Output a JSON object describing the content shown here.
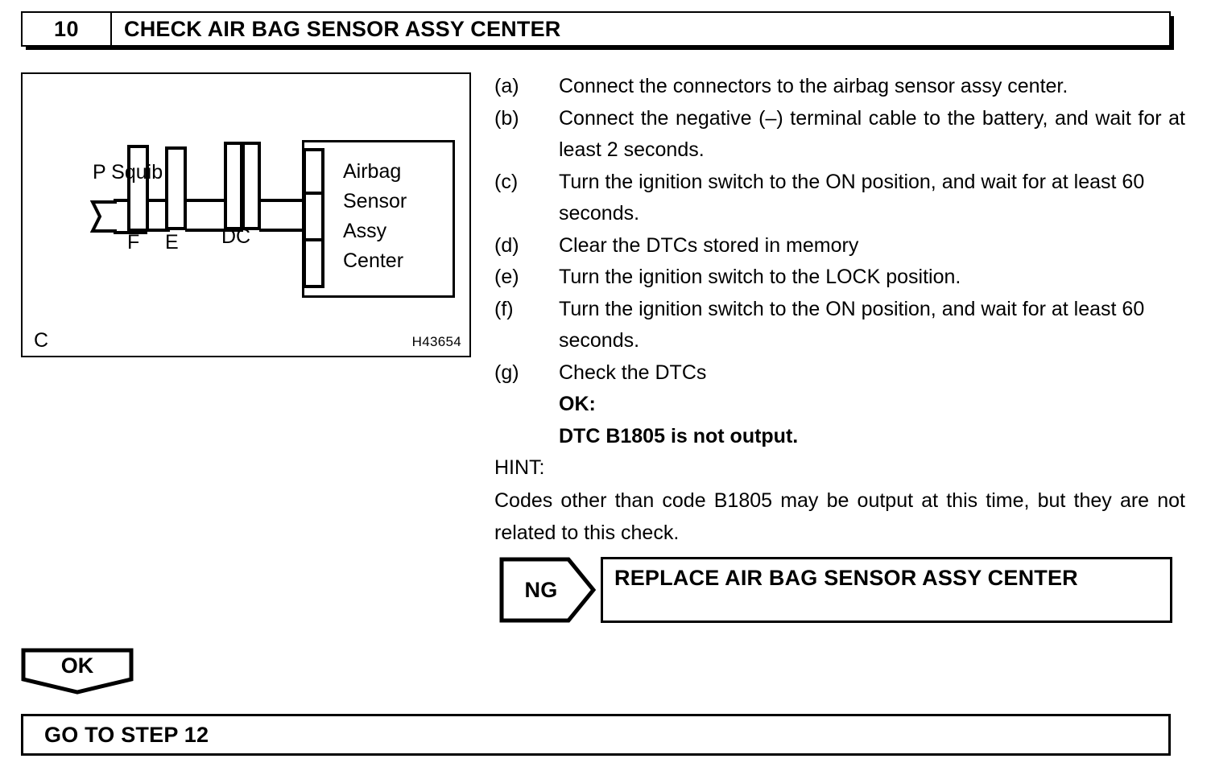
{
  "step_header": {
    "number": "10",
    "title": "CHECK AIR BAG SENSOR ASSY CENTER"
  },
  "figure": {
    "corner_letter": "C",
    "figure_code": "H43654",
    "squib_label": "P Squib",
    "connector_f": "F",
    "connector_e": "E",
    "connector_dc": "DC",
    "sensor_line_1": "Airbag",
    "sensor_line_2": "Sensor",
    "sensor_line_3": "Assy",
    "sensor_line_4": "Center"
  },
  "procedure": {
    "steps": [
      {
        "marker": "(a)",
        "text": "Connect the connectors to the airbag sensor assy center."
      },
      {
        "marker": "(b)",
        "text": "Connect the negative (–) terminal cable to the battery, and wait for at least 2 seconds."
      },
      {
        "marker": "(c)",
        "text": "Turn the ignition switch to the ON position, and wait for at least 60 seconds."
      },
      {
        "marker": "(d)",
        "text": "Clear the DTCs stored in memory"
      },
      {
        "marker": "(e)",
        "text": "Turn the ignition switch to the LOCK position."
      },
      {
        "marker": "(f)",
        "text": "Turn the ignition switch to the ON position, and wait for at least 60 seconds."
      },
      {
        "marker": "(g)",
        "text": "Check the DTCs"
      }
    ],
    "ok_label": "OK:",
    "ok_criteria": "DTC B1805 is not output.",
    "hint_label": "HINT:",
    "hint_text": "Codes other than code B1805 may be output at this time, but they are not related to this check."
  },
  "branches": {
    "ng_label": "NG",
    "ng_result": "REPLACE AIR BAG SENSOR ASSY CENTER",
    "ok_label": "OK",
    "ok_result": "GO TO STEP 12"
  },
  "colors": {
    "ink": "#000000",
    "paper": "#ffffff"
  }
}
